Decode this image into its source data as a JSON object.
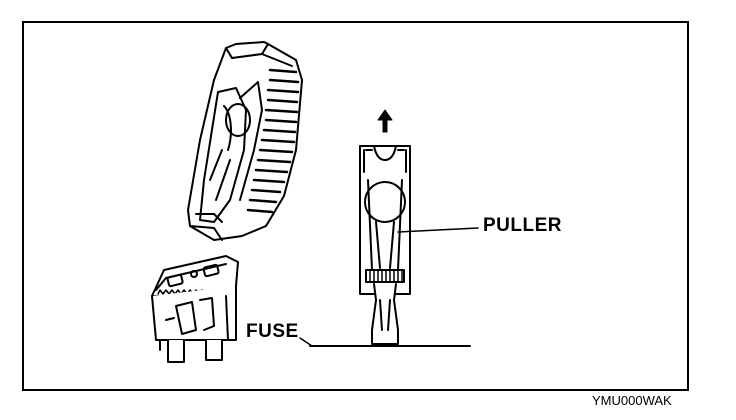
{
  "labels": {
    "puller": "PULLER",
    "fuse": "FUSE",
    "figure_code": "YMU000WAK"
  }
}
